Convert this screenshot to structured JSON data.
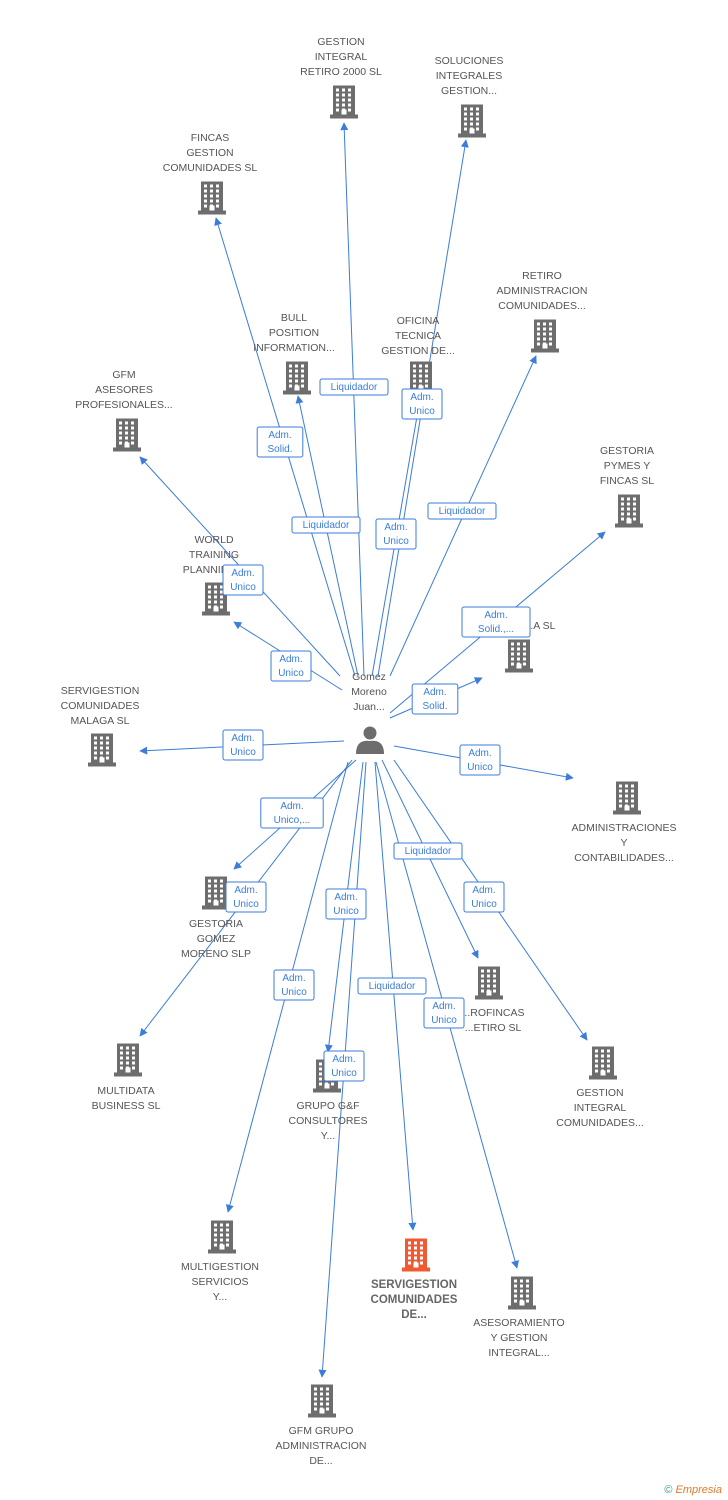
{
  "colors": {
    "edge": "#3b7dd8",
    "company": "#6d6d6d",
    "highlight": "#f05a33",
    "person": "#6d6d6d"
  },
  "person": {
    "id": "p",
    "lines": [
      "Gomez",
      "Moreno",
      "Juan..."
    ]
  },
  "nodes": [
    {
      "id": "n1",
      "lines": [
        "GESTION",
        "INTEGRAL",
        "RETIRO 2000 SL"
      ]
    },
    {
      "id": "n2",
      "lines": [
        "SOLUCIONES",
        "INTEGRALES",
        "GESTION..."
      ]
    },
    {
      "id": "n3",
      "lines": [
        "FINCAS",
        "GESTION",
        "COMUNIDADES SL"
      ]
    },
    {
      "id": "n4",
      "lines": [
        "RETIRO",
        "ADMINISTRACION",
        "COMUNIDADES..."
      ]
    },
    {
      "id": "n5",
      "lines": [
        "BULL",
        "POSITION",
        "INFORMATION..."
      ]
    },
    {
      "id": "n6",
      "lines": [
        "OFICINA",
        "TECNICA",
        "GESTION DE..."
      ]
    },
    {
      "id": "n7",
      "lines": [
        "GFM",
        "ASESORES",
        "PROFESIONALES..."
      ]
    },
    {
      "id": "n8",
      "lines": [
        "GESTORIA",
        "PYMES Y",
        "FINCAS SL"
      ]
    },
    {
      "id": "n9",
      "lines": [
        "WORLD",
        "TRAINING",
        "PLANNING..."
      ]
    },
    {
      "id": "n10",
      "lines": [
        "...A SL"
      ]
    },
    {
      "id": "n11",
      "lines": [
        "SERVIGESTION",
        "COMUNIDADES",
        "MALAGA SL"
      ]
    },
    {
      "id": "n12",
      "lines": [
        "ADMINISTRACIONES",
        "Y",
        "CONTABILIDADES..."
      ]
    },
    {
      "id": "n13",
      "lines": [
        "GESTORIA",
        "GOMEZ",
        "MORENO SLP"
      ]
    },
    {
      "id": "n14",
      "lines": [
        "...ROFINCAS",
        "...ETIRO SL"
      ]
    },
    {
      "id": "n15",
      "lines": [
        "MULTIDATA",
        "BUSINESS SL"
      ]
    },
    {
      "id": "n16",
      "lines": [
        "GESTION",
        "INTEGRAL",
        "COMUNIDADES..."
      ]
    },
    {
      "id": "n17",
      "lines": [
        "GRUPO G&F",
        "CONSULTORES",
        "Y..."
      ]
    },
    {
      "id": "n18",
      "lines": [
        "MULTIGESTION",
        "SERVICIOS",
        "Y..."
      ]
    },
    {
      "id": "n19",
      "lines": [
        "SERVIGESTION",
        "COMUNIDADES",
        "DE..."
      ],
      "highlight": true
    },
    {
      "id": "n20",
      "lines": [
        "ASESORAMIENTO",
        "Y GESTION",
        "INTEGRAL..."
      ]
    },
    {
      "id": "n21",
      "lines": [
        "GFM GRUPO",
        "ADMINISTRACION",
        "DE..."
      ]
    }
  ],
  "edges": [
    {
      "to": "n1",
      "label": [
        "Liquidador"
      ]
    },
    {
      "to": "n2",
      "label": [
        "Adm.",
        "Unico"
      ]
    },
    {
      "to": "n3",
      "label": [
        "Adm.",
        "Solid."
      ]
    },
    {
      "to": "n4",
      "label": [
        "Liquidador"
      ]
    },
    {
      "to": "n5",
      "label": [
        "Liquidador"
      ]
    },
    {
      "to": "n6",
      "label": [
        "Adm.",
        "Unico"
      ]
    },
    {
      "to": "n7",
      "label": [
        "Adm.",
        "Unico"
      ]
    },
    {
      "to": "n8",
      "label": [
        "Adm.",
        "Solid.,..."
      ]
    },
    {
      "to": "n9",
      "label": [
        "Adm.",
        "Unico"
      ]
    },
    {
      "to": "n10",
      "label": [
        "Adm.",
        "Solid."
      ]
    },
    {
      "to": "n11",
      "label": [
        "Adm.",
        "Unico"
      ]
    },
    {
      "to": "n12",
      "label": [
        "Adm.",
        "Unico"
      ]
    },
    {
      "to": "n13",
      "label": [
        "Adm.",
        "Unico,..."
      ]
    },
    {
      "to": "n14",
      "label": [
        "Liquidador"
      ]
    },
    {
      "to": "n15",
      "label": [
        "Adm.",
        "Unico"
      ]
    },
    {
      "to": "n16",
      "label": [
        "Adm.",
        "Unico"
      ]
    },
    {
      "to": "n17",
      "label": [
        "Adm.",
        "Unico"
      ]
    },
    {
      "to": "n18",
      "label": [
        "Adm.",
        "Unico"
      ]
    },
    {
      "to": "n19",
      "label": [
        "Liquidador"
      ]
    },
    {
      "to": "n20",
      "label": [
        "Adm.",
        "Unico"
      ]
    },
    {
      "to": "n21",
      "label": [
        "Adm.",
        "Unico"
      ]
    }
  ],
  "footer": {
    "copyright": "©",
    "brand": "Empresia"
  }
}
